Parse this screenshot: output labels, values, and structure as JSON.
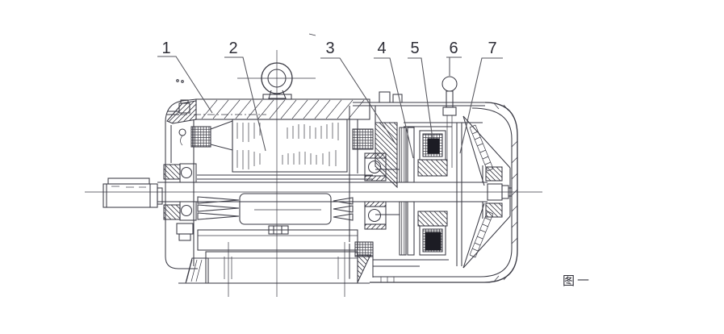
{
  "diagram": {
    "callouts": {
      "labels": [
        "1",
        "2",
        "3",
        "4",
        "5",
        "6",
        "7"
      ]
    },
    "caption": {
      "glyph": "图",
      "dash": "—",
      "text": "图一"
    },
    "colors": {
      "background": "#ffffff",
      "line": "#3a3a44",
      "knob_fill": "#151519"
    }
  }
}
